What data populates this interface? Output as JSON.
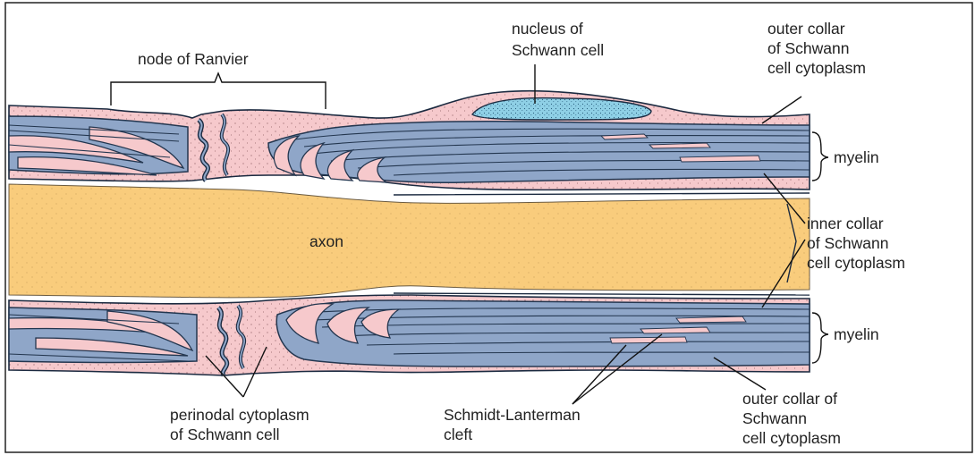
{
  "labels": {
    "node_of_ranvier": "node of Ranvier",
    "nucleus": [
      "nucleus of",
      "Schwann cell"
    ],
    "outer_collar_top": [
      "outer collar",
      "of Schwann",
      "cell cytoplasm"
    ],
    "myelin_top": "myelin",
    "axon": "axon",
    "inner_collar": [
      "inner collar",
      "of Schwann",
      "cell cytoplasm"
    ],
    "myelin_bottom": "myelin",
    "perinodal": [
      "perinodal cytoplasm",
      "of Schwann cell"
    ],
    "schmidt": [
      "Schmidt-Lanterman",
      "cleft"
    ],
    "outer_collar_bottom": [
      "outer collar of",
      "Schwann",
      "cell cytoplasm"
    ]
  },
  "colors": {
    "axon": "#f9cc7c",
    "cytoplasm": "#f6c9cc",
    "myelin": "#8fa6c8",
    "myelin_line": "#23364f",
    "nucleus": "#8fd0e6",
    "outline": "#1b2a40",
    "border": "#222222"
  }
}
